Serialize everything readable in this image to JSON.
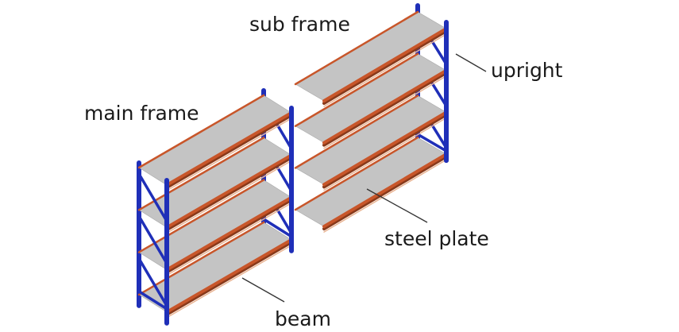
{
  "labels": {
    "sub_frame": "sub frame",
    "upright": "upright",
    "main_frame": "main frame",
    "steel_plate": "steel plate",
    "beam": "beam"
  },
  "colors": {
    "upright": "#1f2fb8",
    "beam": "#c8562a",
    "plate": "#c4c4c4",
    "leader": "#333333"
  }
}
